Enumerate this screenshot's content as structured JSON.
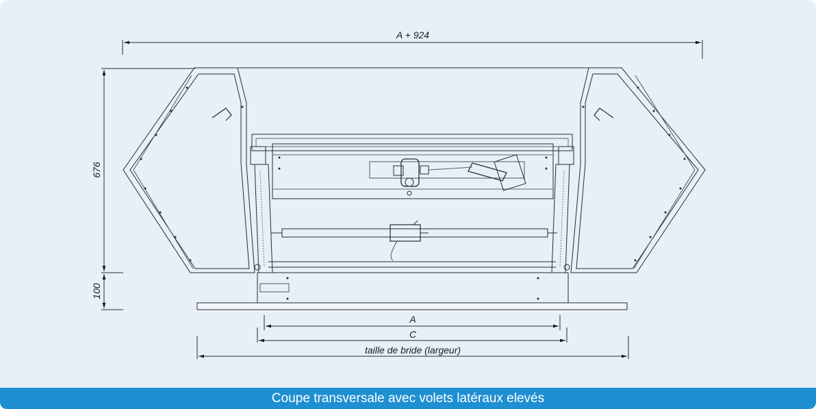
{
  "diagram": {
    "dimensions": {
      "overall_width": "A + 924",
      "body_height": "676",
      "base_height": "100",
      "inner_width": "A",
      "flange_span": "C",
      "flange_width": "taille de bride (largeur)"
    },
    "caption": "Coupe transversale avec volets latéraux elevés"
  }
}
